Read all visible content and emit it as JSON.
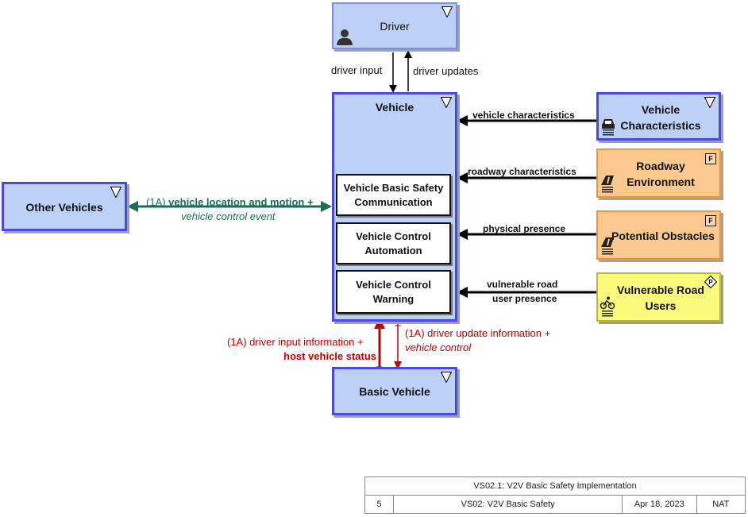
{
  "nodes": {
    "driver": "Driver",
    "vehicle": "Vehicle",
    "vbsc": "Vehicle Basic Safety Communication",
    "vca": "Vehicle Control Automation",
    "vcw": "Vehicle Control Warning",
    "other_vehicles": "Other Vehicles",
    "basic_vehicle": "Basic Vehicle",
    "vehicle_characteristics": "Vehicle Characteristics",
    "roadway_environment": "Roadway Environment",
    "potential_obstacles": "Potential Obstacles",
    "vulnerable_road_users": "Vulnerable Road Users"
  },
  "tags": {
    "v": "V",
    "f": "F",
    "p": "P"
  },
  "flows": {
    "driver_input": "driver input",
    "driver_updates": "driver updates",
    "vehicle_characteristics": "vehicle characteristics",
    "roadway_characteristics": "roadway characteristics",
    "physical_presence": "physical presence",
    "vulnerable_road_line1": "vulnerable road",
    "vulnerable_road_line2": "user presence",
    "v2v_prefix": "(1A) ",
    "v2v_main": "vehicle location and motion +",
    "v2v_sub": "vehicle control event",
    "dii_line1": "(1A) driver input information +",
    "dii_line2": "host vehicle status",
    "dui_line1": "(1A) driver update information +",
    "dui_line2": "vehicle control"
  },
  "colors": {
    "blue_box": "#bcd0f8",
    "blue_border": "#4a4ae0",
    "orange_box": "#fbc98e",
    "yellow_box": "#fafa7c",
    "green_flow": "#1a6e5a",
    "red_flow": "#c00000"
  },
  "title_block": {
    "title": "VS02.1: V2V Basic Safety Implementation",
    "number": "5",
    "name": "VS02: V2V Basic Safety",
    "date": "Apr 18, 2023",
    "status": "NAT"
  }
}
